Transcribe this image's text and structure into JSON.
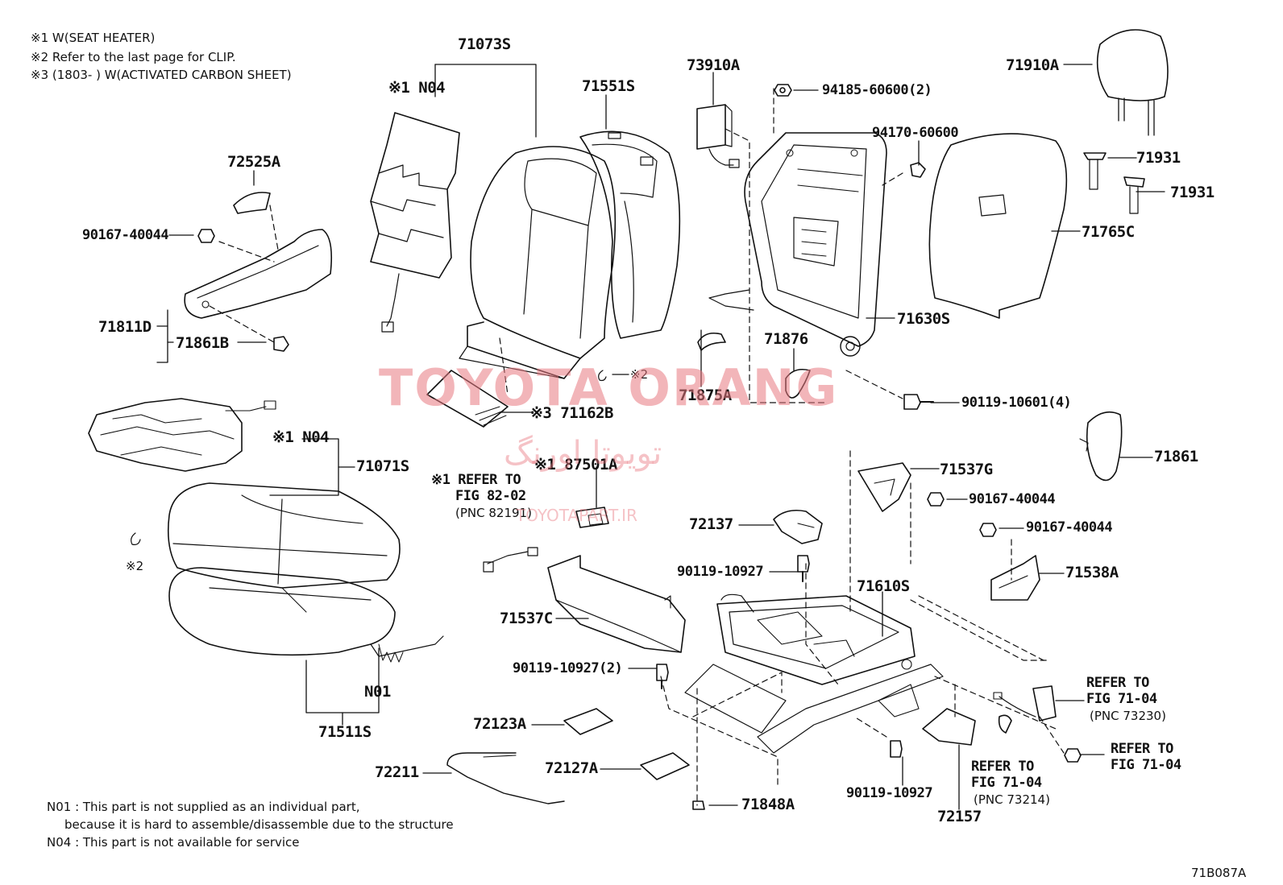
{
  "notes": {
    "n1": "※1 W(SEAT HEATER)",
    "n2": "※2 Refer to the last page for CLIP.",
    "n3": "※3 (1803-      ) W(ACTIVATED CARBON SHEET)"
  },
  "footnotes": {
    "n01a": "N01 : This part is not supplied as an individual part,",
    "n01b": "because it is hard to assemble/disassemble due to the structure",
    "n04": "N04 : This part is not available for service"
  },
  "diagram_code": "71B087A",
  "watermark": {
    "main": "TOYOTA ORANG",
    "persian": "تویوتا اورنگ",
    "url": "TOYOTAPART.IR"
  },
  "labels": {
    "p71073S": "71073S",
    "x1_n04_top": "※1 N04",
    "p71551S": "71551S",
    "p73910A": "73910A",
    "p94185": "94185-60600(2)",
    "p94170": "94170-60600",
    "p71910A": "71910A",
    "p71931a": "71931",
    "p71931b": "71931",
    "p71765C": "71765C",
    "p72525A": "72525A",
    "p90167a": "90167-40044",
    "p71811D": "71811D",
    "p71861B": "71861B",
    "p71630S": "71630S",
    "p71876": "71876",
    "p71875A": "71875A",
    "clip2_mid": "※2",
    "p71162B": "※3 71162B",
    "p90119_10601": "90119-10601(4)",
    "x1_n04_mid": "※1 N04",
    "p71071S": "71071S",
    "refer_heater_1": "※1 REFER TO",
    "refer_heater_2": "FIG 82-02",
    "refer_heater_3": "(PNC 82191)",
    "p87501A": "※1 87501A",
    "p71537G": "71537G",
    "p90167b": "90167-40044",
    "p90167c": "90167-40044",
    "p71861": "71861",
    "p72137": "72137",
    "p90119_10927a": "90119-10927",
    "p71610S": "71610S",
    "p71538A": "71538A",
    "clip2_left": "※2",
    "p71537C": "71537C",
    "p90119_10927b": "90119-10927(2)",
    "p71511S": "71511S",
    "n01": "N01",
    "refer_7104a_1": "REFER TO",
    "refer_7104a_2": "FIG 71-04",
    "refer_7104a_3": "(PNC 73230)",
    "refer_7104b_1": "REFER TO",
    "refer_7104b_2": "FIG 71-04",
    "p72123A": "72123A",
    "p72211": "72211",
    "p72127A": "72127A",
    "p71848A": "71848A",
    "p90119_10927c": "90119-10927",
    "refer_7104c_1": "REFER TO",
    "refer_7104c_2": "FIG 71-04",
    "refer_7104c_3": "(PNC 73214)",
    "p72157": "72157"
  }
}
